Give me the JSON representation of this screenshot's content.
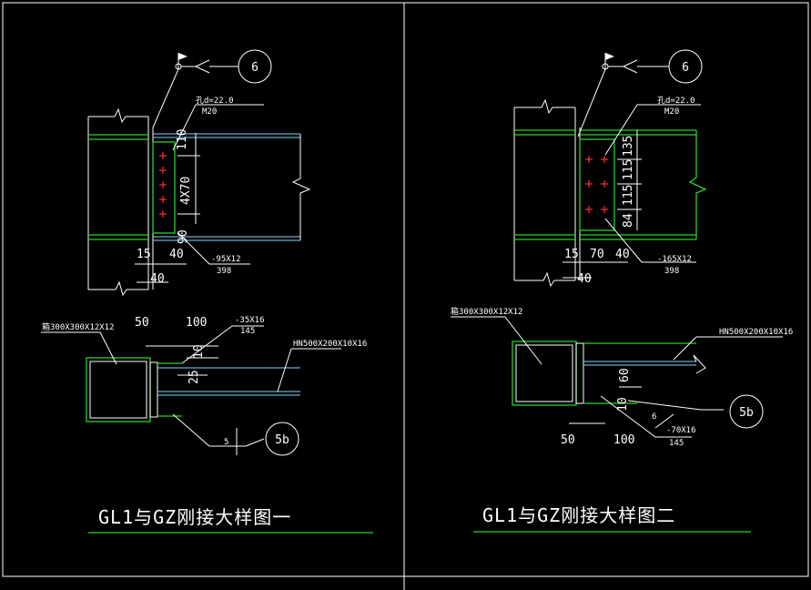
{
  "left": {
    "title": "GL1与GZ刚接大样图一",
    "callout_top": "6",
    "callout_bottom": "5b",
    "bolt_hole": "孔d=22.0",
    "bolt_grade": "M20",
    "dim_110": "110",
    "dim_4x70": "4X70",
    "dim_90": "90",
    "dim_15": "15",
    "dim_40a": "40",
    "dim_40b": "40",
    "plate_note": "-95X12",
    "plate_len": "398",
    "col_note": "箱300X300X12X12",
    "dim_50": "50",
    "dim_100": "100",
    "stiff_note": "-35X16",
    "stiff_len": "145",
    "dim_10": "10",
    "dim_25": "25",
    "beam_note": "HN500X200X10X16",
    "weld_5": "5"
  },
  "right": {
    "title": "GL1与GZ刚接大样图二",
    "callout_top": "6",
    "callout_bottom": "5b",
    "bolt_hole": "孔d=22.0",
    "bolt_grade": "M20",
    "dim_135": "135",
    "dim_115a": "115",
    "dim_115b": "115",
    "dim_84": "84",
    "dim_15": "15",
    "dim_70": "70",
    "dim_40a": "40",
    "dim_40b": "40",
    "plate_note": "-165X12",
    "plate_len": "398",
    "col_note": "箱300X300X12X12",
    "beam_note": "HN500X200X10X16",
    "dim_60": "60",
    "dim_10": "10",
    "weld_6": "6",
    "stiff_note": "-70X16",
    "stiff_len": "145",
    "dim_50": "50",
    "dim_100": "100"
  },
  "colors": {
    "background": "#000000",
    "line": "#ffffff",
    "steel": "#2bd12b",
    "beam": "#7fd6ff",
    "bolt": "#ff3030"
  }
}
